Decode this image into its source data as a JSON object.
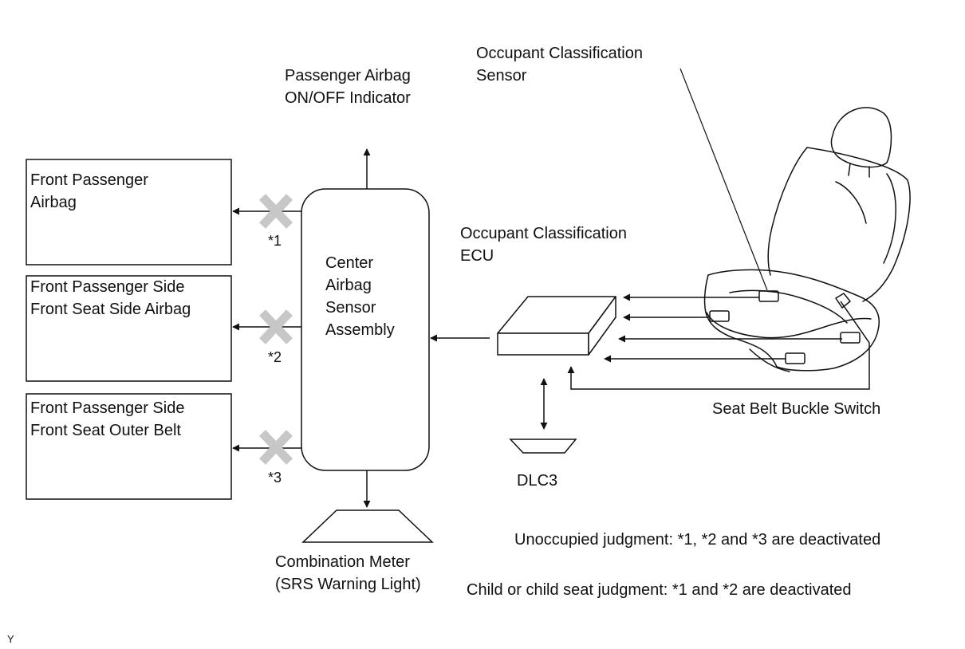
{
  "colors": {
    "line": "#111111",
    "cross": "#c7c7c7",
    "background": "#ffffff"
  },
  "labels": {
    "front_passenger_airbag": [
      "Front Passenger",
      "Airbag"
    ],
    "front_seat_side_airbag": [
      "Front Passenger Side",
      "Front Seat Side Airbag"
    ],
    "front_seat_outer_belt": [
      "Front Passenger Side",
      "Front Seat Outer Belt"
    ],
    "center_airbag": [
      "Center",
      "Airbag",
      "Sensor",
      "Assembly"
    ],
    "passenger_airbag_indicator": [
      "Passenger Airbag",
      "ON/OFF Indicator"
    ],
    "occupant_classification_sensor": [
      "Occupant Classification",
      "Sensor"
    ],
    "occupant_classification_ecu": [
      "Occupant Classification",
      "ECU"
    ],
    "seat_belt_buckle_switch": "Seat Belt Buckle Switch",
    "dlc3": "DLC3",
    "combination_meter": [
      "Combination Meter",
      "(SRS Warning Light)"
    ]
  },
  "markers": [
    "*1",
    "*2",
    "*3"
  ],
  "notes": {
    "unoccupied": "Unoccupied judgment: *1, *2 and *3 are deactivated",
    "child_seat": "Child or child seat judgment: *1 and *2 are deactivated"
  },
  "corner_mark": "Y"
}
